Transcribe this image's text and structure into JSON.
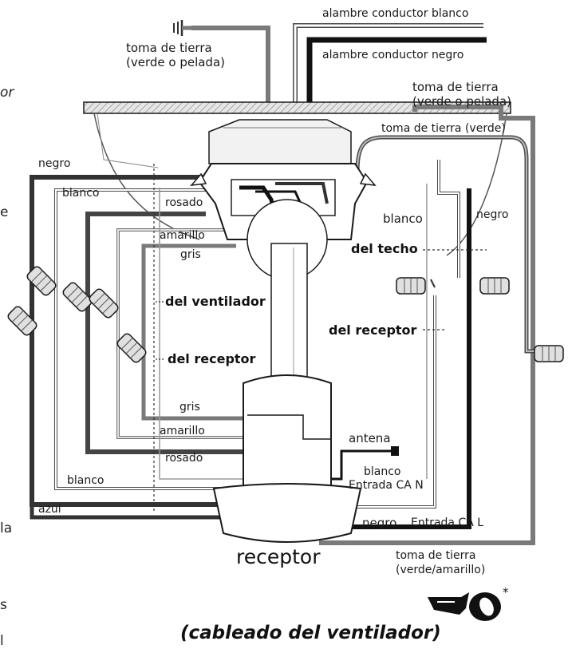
{
  "labels": {
    "white_conductor": "alambre conductor blanco",
    "black_conductor": "alambre conductor negro",
    "ground_top_1": "toma de tierra",
    "ground_top_2": "(verde o pelada)",
    "ground_right_1": "toma de tierra",
    "ground_right_2": "(verde o pelada)",
    "ground_green": "toma de tierra (verde)",
    "negro_left": "negro",
    "blanco_left": "blanco",
    "rosado_top": "rosado",
    "amarillo_top": "amarillo",
    "gris_top": "gris",
    "blanco_center": "blanco",
    "negro_right": "negro",
    "del_techo": "del techo",
    "del_ventilador": "del ventilador",
    "del_receptor_right": "del receptor",
    "del_receptor_left": "del receptor",
    "gris_bottom": "gris",
    "amarillo_bottom": "amarillo",
    "rosado_bottom": "rosado",
    "blanco_bottom": "blanco",
    "azul": "azul",
    "antena": "antena",
    "blanco_ac_1": "blanco",
    "blanco_ac_2": "Entrada CA N",
    "negro_ac": "negro",
    "entrada_ca_l": "Entrada CA L",
    "receptor": "receptor",
    "ground_bottom_1": "toma de tierra",
    "ground_bottom_2": "(verde/amarillo)",
    "asterisk": "*",
    "caption": "(cableado del ventilador)"
  },
  "edge_fragments": {
    "frag_or": "or",
    "frag_e": "e",
    "frag_la": "la",
    "frag_s": "s",
    "frag_l": "l"
  },
  "colors": {
    "wire_dark": "#333333",
    "wire_mid": "#7a7a7a",
    "wire_light": "#bdbdbd",
    "line": "#1a1a1a"
  }
}
